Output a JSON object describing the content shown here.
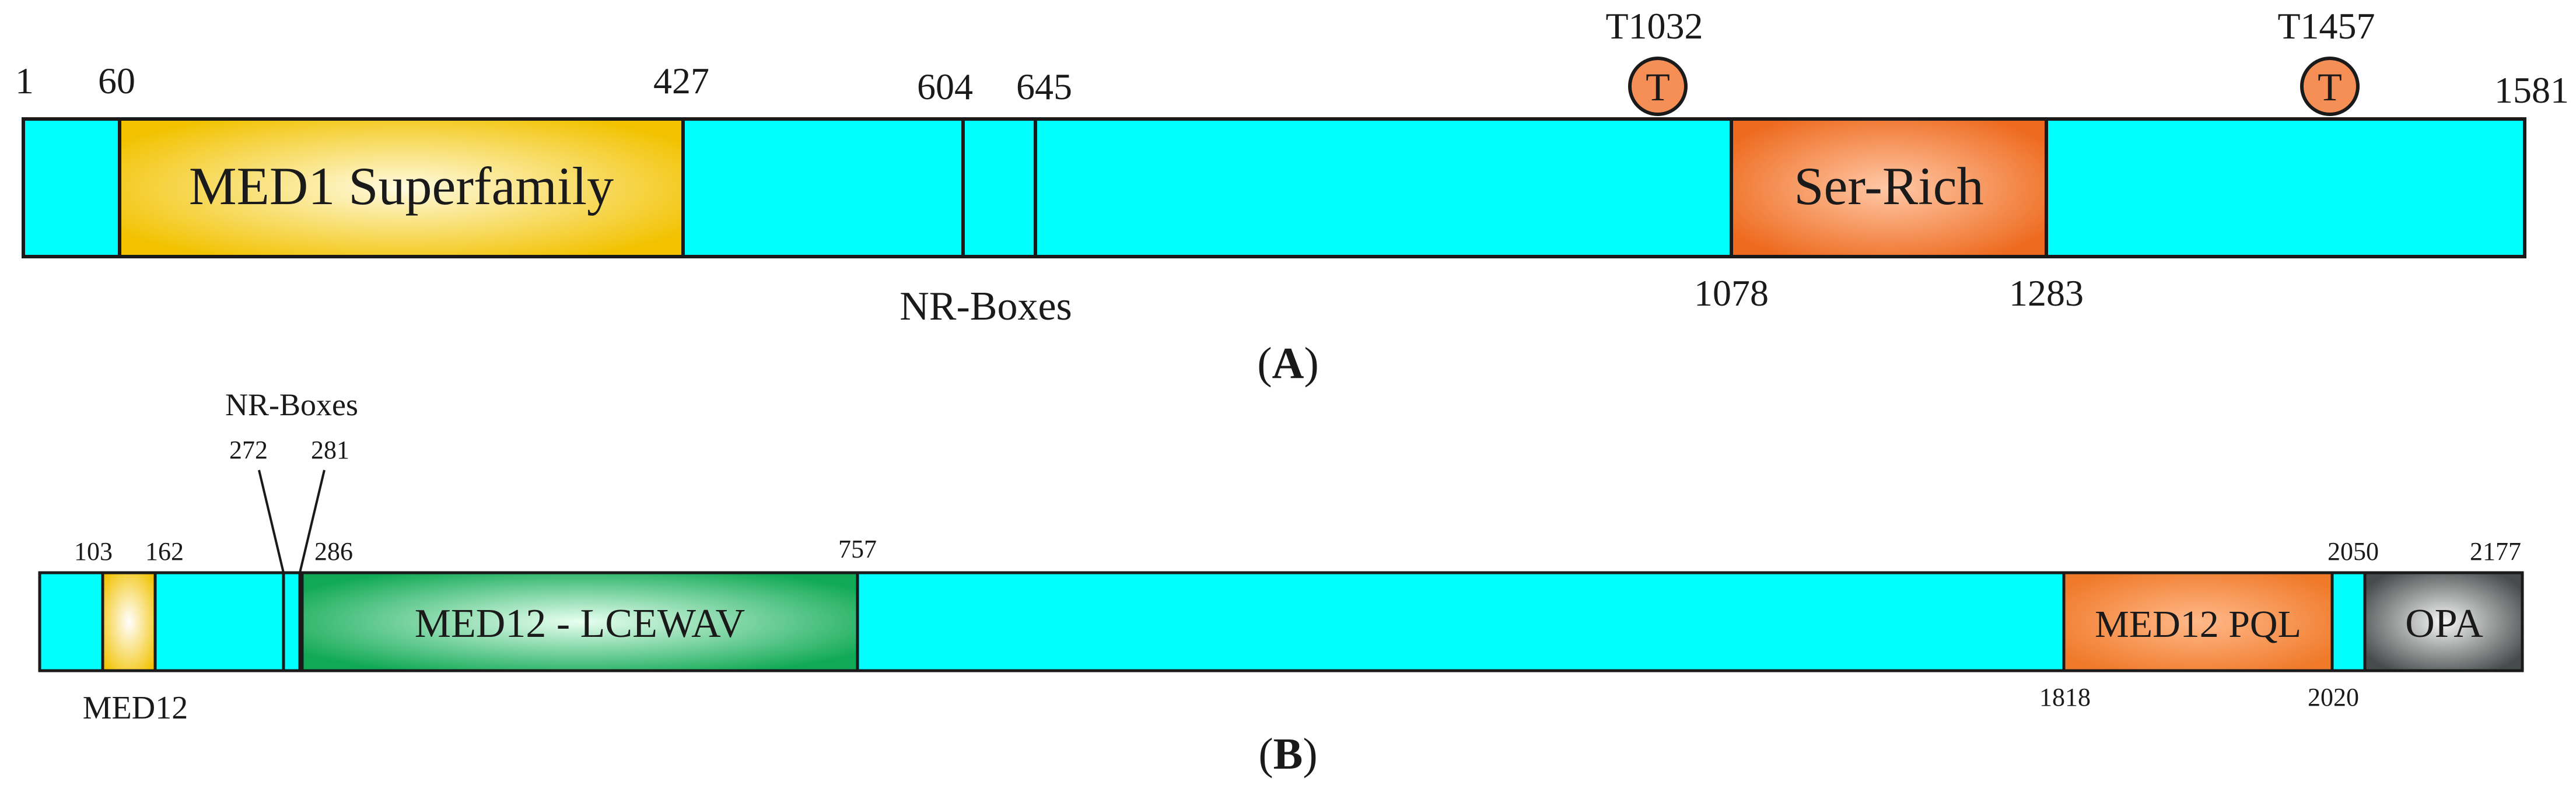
{
  "colors": {
    "backbone": "#00ffff",
    "outline": "#1a1a1a",
    "med1_core": "#fffbe0",
    "med1_edge": "#f2c200",
    "ser_core": "#ffc9a8",
    "ser_edge": "#ee6a1e",
    "lcewav_core": "#e8fff0",
    "lcewav_edge": "#10a955",
    "pql_core": "#ffb98a",
    "pql_edge": "#f07a2a",
    "opa_core": "#f6f6f6",
    "opa_edge": "#474b4b",
    "t_circle": "#f58f56"
  },
  "panel_a": {
    "caption_open": "(",
    "caption_letter": "A",
    "caption_close": ")",
    "residues": {
      "start": "1",
      "med1_start": "60",
      "med1_end": "427",
      "nr_start": "604",
      "nr_end": "645",
      "ser_start": "1078",
      "ser_end": "1283",
      "end": "1581"
    },
    "domains": {
      "med1": "MED1 Superfamily",
      "ser": "Ser-Rich",
      "nr_boxes": "NR-Boxes"
    },
    "sites": [
      {
        "label": "T1032",
        "symbol": "T"
      },
      {
        "label": "T1457",
        "symbol": "T"
      }
    ]
  },
  "panel_b": {
    "caption_open": "(",
    "caption_letter": "B",
    "caption_close": ")",
    "residues": {
      "med12_start": "103",
      "med12_end": "162",
      "nr1": "272",
      "nr2": "281",
      "lcewav_start": "286",
      "lcewav_end": "757",
      "pql_start": "1818",
      "pql_end": "2020",
      "opa_start": "2050",
      "opa_end": "2177"
    },
    "domains": {
      "nr_boxes": "NR-Boxes",
      "med12": "MED12",
      "lcewav": "MED12 - LCEWAV",
      "pql": "MED12 PQL",
      "opa": "OPA"
    }
  }
}
